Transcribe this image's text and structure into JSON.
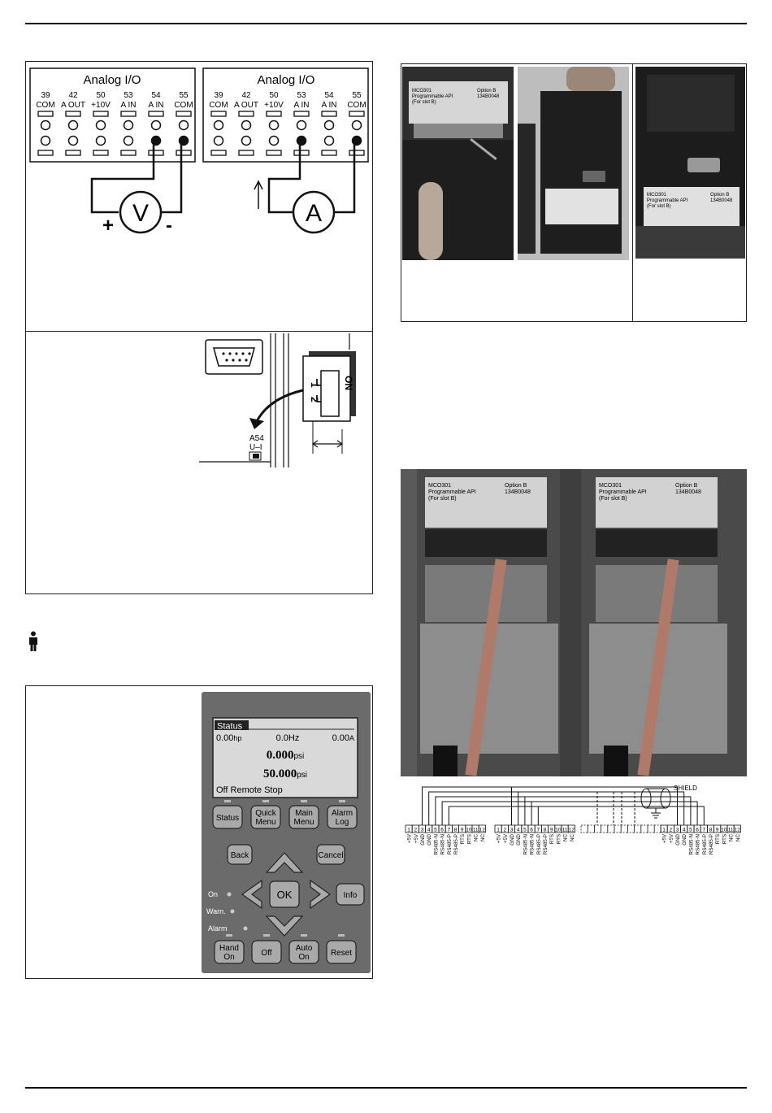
{
  "analog_io": {
    "title": "Analog I/O",
    "terminals": [
      {
        "num": "39",
        "label": "COM"
      },
      {
        "num": "42",
        "label": "A OUT"
      },
      {
        "num": "50",
        "label": "+10V"
      },
      {
        "num": "53",
        "label": "A IN"
      },
      {
        "num": "54",
        "label": "A IN"
      },
      {
        "num": "55",
        "label": "COM"
      }
    ],
    "voltmeter_symbol": "V",
    "ammeter_symbol": "A",
    "plus_sign": "+",
    "minus_sign": "-"
  },
  "switch": {
    "on_label": "ON",
    "pos1": "1",
    "pos2": "2",
    "name_line1": "A54",
    "name_line2": "U–I"
  },
  "lcp": {
    "status_title": "Status",
    "line1_left": "0.00",
    "line1_left_unit": "hp",
    "line1_mid": "0.0Hz",
    "line1_right": "0.00",
    "line1_right_unit": "A",
    "big1": "0.000",
    "big1_unit": "psi",
    "big2": "50.000",
    "big2_unit": "psi",
    "status_line": "Off Remote Stop",
    "menu_buttons": [
      "Status",
      "Quick Menu",
      "Main Menu",
      "Alarm Log"
    ],
    "back": "Back",
    "cancel": "Cancel",
    "ok": "OK",
    "info": "Info",
    "led_on": "On",
    "led_warn": "Warn.",
    "led_alarm": "Alarm",
    "bottom_buttons": [
      "Hand On",
      "Off",
      "Auto On",
      "Reset"
    ]
  },
  "module_label": {
    "line1": "MCO301",
    "line2": "Programmable API",
    "line3": "(For slot B)",
    "option": "Option B",
    "code": "134B0048"
  },
  "wiring": {
    "shield_label": "SHIELD",
    "pins": [
      "1",
      "2",
      "3",
      "4",
      "5",
      "6",
      "7",
      "8",
      "9",
      "10",
      "11",
      "12"
    ],
    "pin_names": [
      "+5V",
      "+5V",
      "GND",
      "GND",
      "RS485-N",
      "RS485-N",
      "RS485-P",
      "RS485-P",
      "RTS",
      "RTS",
      "NC",
      "NC"
    ]
  }
}
